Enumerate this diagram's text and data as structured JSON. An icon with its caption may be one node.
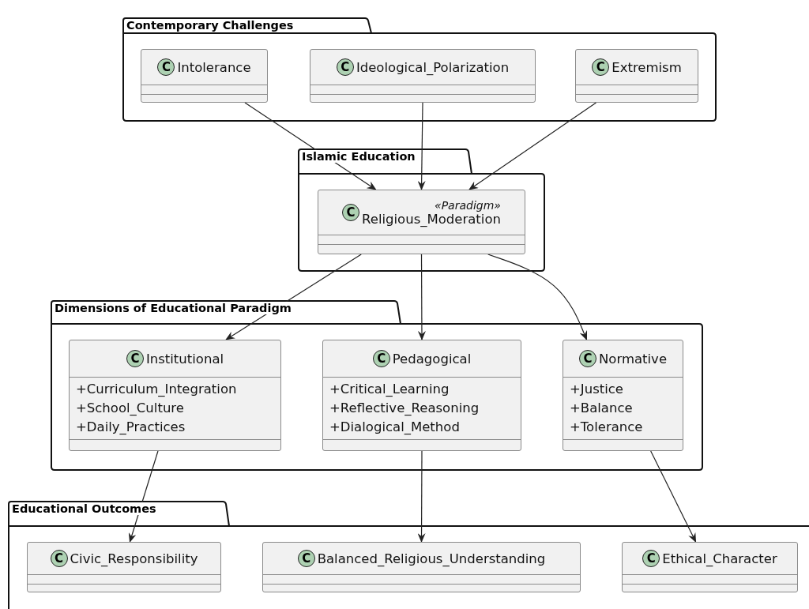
{
  "diagram": {
    "nodes": [
      {
        "text": [
          "Contemporary Challenges"
        ]
      },
      {
        "text": [
          "C",
          "Intolerance"
        ],
        "in": 0
      },
      {
        "text": [
          "C",
          "Ideological_Polarization"
        ],
        "in": 0
      },
      {
        "text": [
          "C",
          "Extremism"
        ],
        "in": 0
      },
      {
        "text": [
          "Islamic Education"
        ]
      },
      {
        "text": [
          "C",
          "«Paradigm»",
          "Religious_Moderation"
        ],
        "in": 4
      },
      {
        "text": [
          "Dimensions of Educational Paradigm"
        ]
      },
      {
        "text": [
          "C",
          "Institutional",
          "+Curriculum_Integration",
          "+School_Culture",
          "+Daily_Practices"
        ],
        "in": 6
      },
      {
        "text": [
          "C",
          "Pedagogical",
          "+Critical_Learning",
          "+Reflective_Reasoning",
          "+Dialogical_Method"
        ],
        "in": 6
      },
      {
        "text": [
          "C",
          "Normative",
          "+Justice",
          "+Balance",
          "+Tolerance"
        ],
        "in": 6
      },
      {
        "text": [
          "Educational Outcomes"
        ]
      },
      {
        "text": [
          "C",
          "Civic_Responsibility"
        ],
        "in": 10
      },
      {
        "text": [
          "C",
          "Balanced_Religious_Understanding"
        ],
        "in": 10
      },
      {
        "text": [
          "C",
          "Ethical_Character"
        ],
        "in": 10
      }
    ],
    "edges": [
      {
        "from": 1,
        "to": 5,
        "arrow": "to"
      },
      {
        "from": 2,
        "to": 5,
        "arrow": "to"
      },
      {
        "from": 3,
        "to": 5,
        "arrow": "to"
      },
      {
        "from": 5,
        "to": 7,
        "arrow": "to"
      },
      {
        "from": 5,
        "to": 8,
        "arrow": "to"
      },
      {
        "from": 5,
        "to": 9,
        "arrow": "to"
      },
      {
        "from": 7,
        "to": 11,
        "arrow": "to"
      },
      {
        "from": 8,
        "to": 12,
        "arrow": "to"
      },
      {
        "from": 9,
        "to": 13,
        "arrow": "to"
      }
    ]
  }
}
